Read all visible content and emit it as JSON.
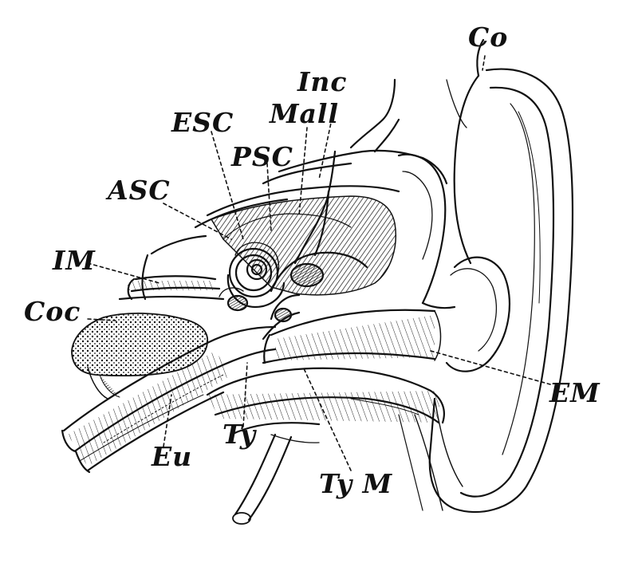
{
  "labels": {
    "co": "Co",
    "inc": "Inc",
    "mall": "Mall",
    "esc": "ESC",
    "psc": "PSC",
    "asc": "ASC",
    "im": "IM",
    "coc": "Coc",
    "em": "EM",
    "ty": "Ty",
    "eu": "Eu",
    "tym": "Ty M"
  },
  "colors": {
    "ink": "#111111",
    "paper": "#ffffff"
  }
}
